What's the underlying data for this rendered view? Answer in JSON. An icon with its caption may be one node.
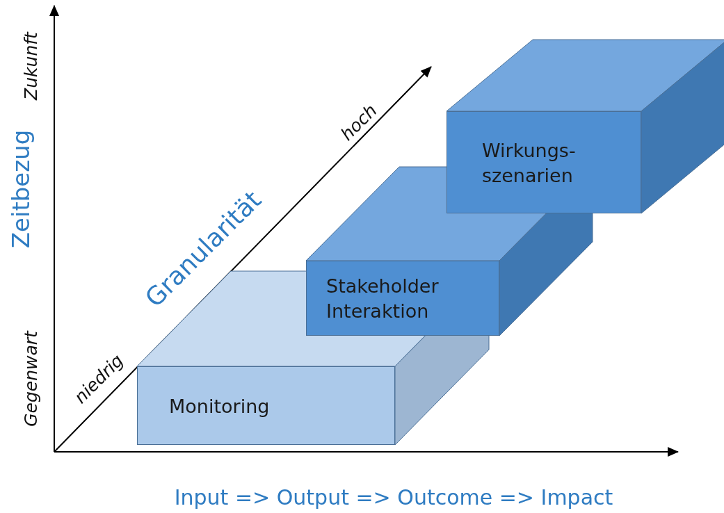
{
  "diagram": {
    "nodes": [
      {
        "text": [
          "Monitoring"
        ]
      },
      {
        "text": [
          "Stakeholder Interaktion"
        ]
      },
      {
        "text": [
          "Wirkungs- szenarien"
        ]
      }
    ],
    "labels": [
      "Zukunft",
      "Zeitbezug",
      "Gegenwart",
      "hoch",
      "Granularität",
      "niedrig",
      "Input => Output => Outcome => Impact"
    ]
  }
}
